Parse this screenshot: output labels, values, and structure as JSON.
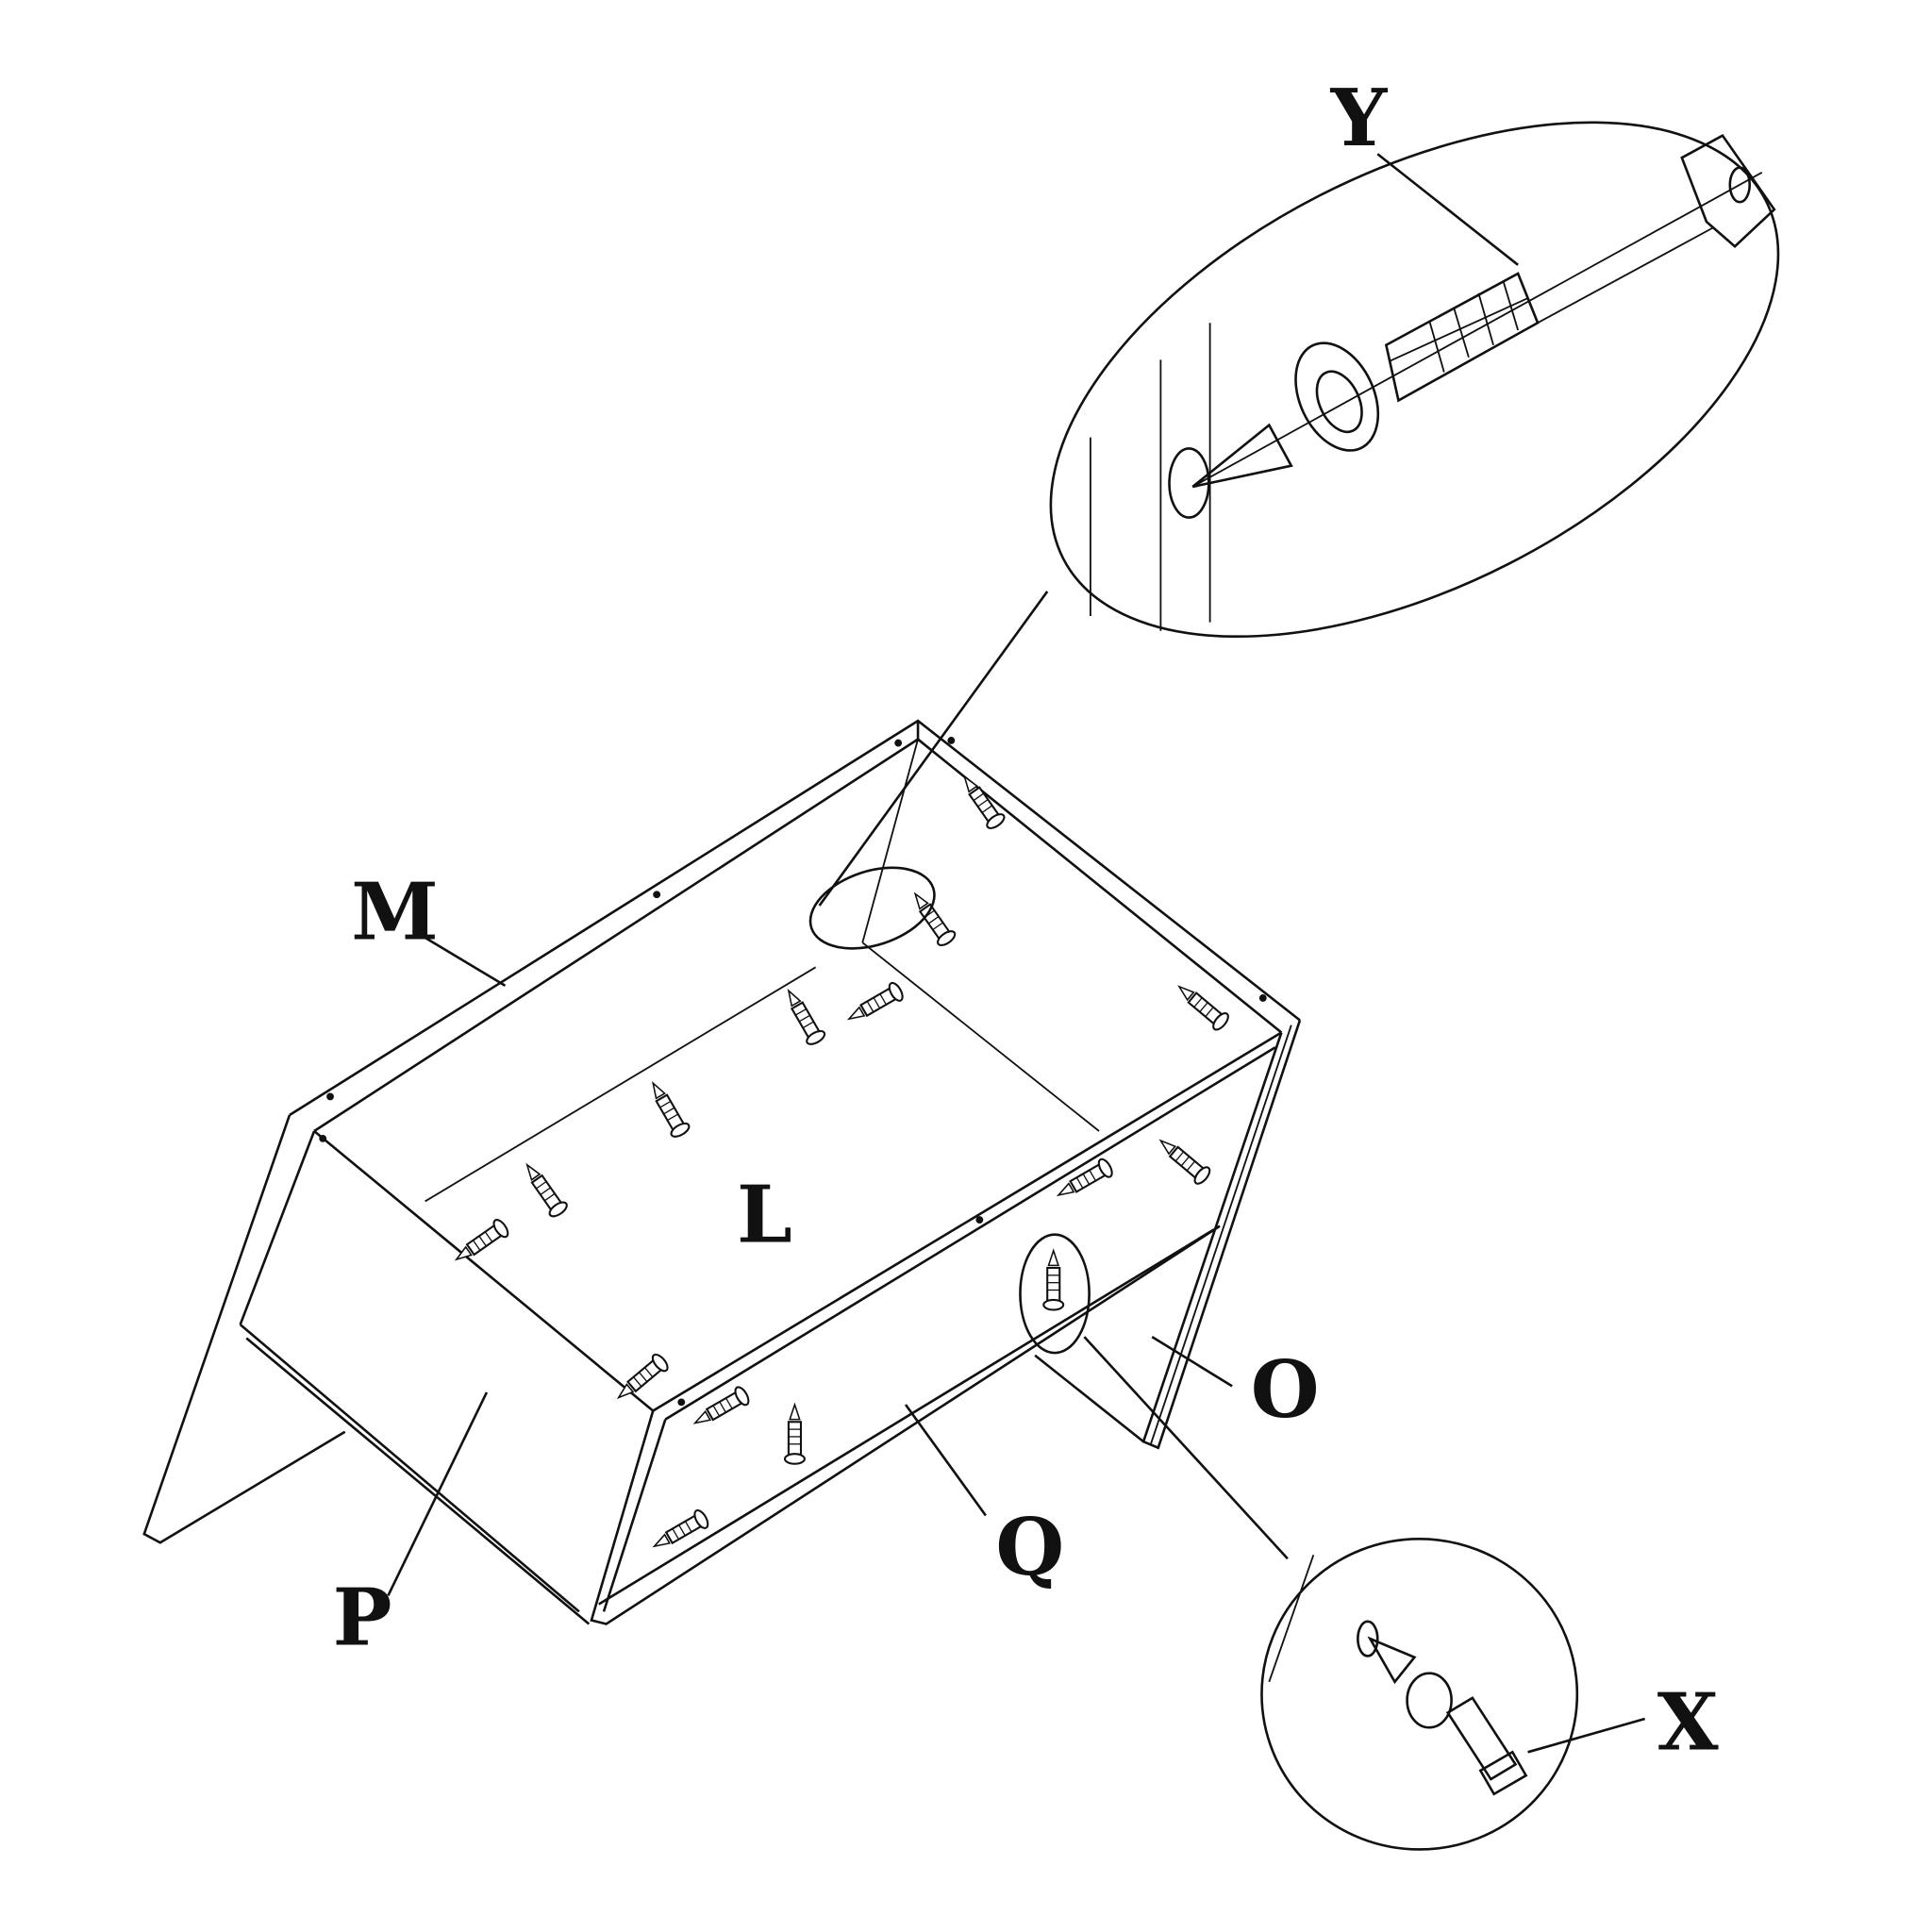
{
  "labels": {
    "Y": "Y",
    "M": "M",
    "L": "L",
    "O": "O",
    "Q": "Q",
    "P": "P",
    "X": "X"
  },
  "colors": {
    "line": "#111111",
    "background": "#ffffff"
  }
}
